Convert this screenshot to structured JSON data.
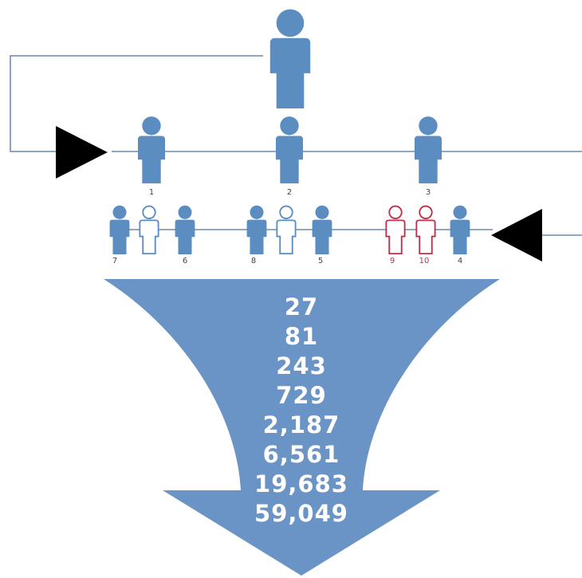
{
  "colors": {
    "blue": "#5b8dc0",
    "red": "#c0304a",
    "line": "#7f9bb8",
    "arrow": "#000000",
    "funnel": "#6a94c5",
    "label_dark": "#444444"
  },
  "top_person": {
    "icon": "person-icon"
  },
  "tier1": {
    "people": [
      {
        "label": "1",
        "style": "filled"
      },
      {
        "label": "2",
        "style": "filled"
      },
      {
        "label": "3",
        "style": "filled"
      }
    ]
  },
  "tier2": {
    "groups": [
      {
        "people": [
          {
            "label": "7",
            "style": "filled"
          },
          {
            "label": "",
            "style": "outline"
          },
          {
            "label": "6",
            "style": "filled"
          }
        ]
      },
      {
        "people": [
          {
            "label": "8",
            "style": "filled"
          },
          {
            "label": "",
            "style": "outline"
          },
          {
            "label": "5",
            "style": "filled"
          }
        ]
      },
      {
        "people": [
          {
            "label": "9",
            "style": "red"
          },
          {
            "label": "10",
            "style": "red"
          },
          {
            "label": "4",
            "style": "filled"
          }
        ]
      }
    ]
  },
  "funnel": {
    "values": [
      "27",
      "81",
      "243",
      "729",
      "2,187",
      "6,561",
      "19,683",
      "59,049"
    ]
  }
}
